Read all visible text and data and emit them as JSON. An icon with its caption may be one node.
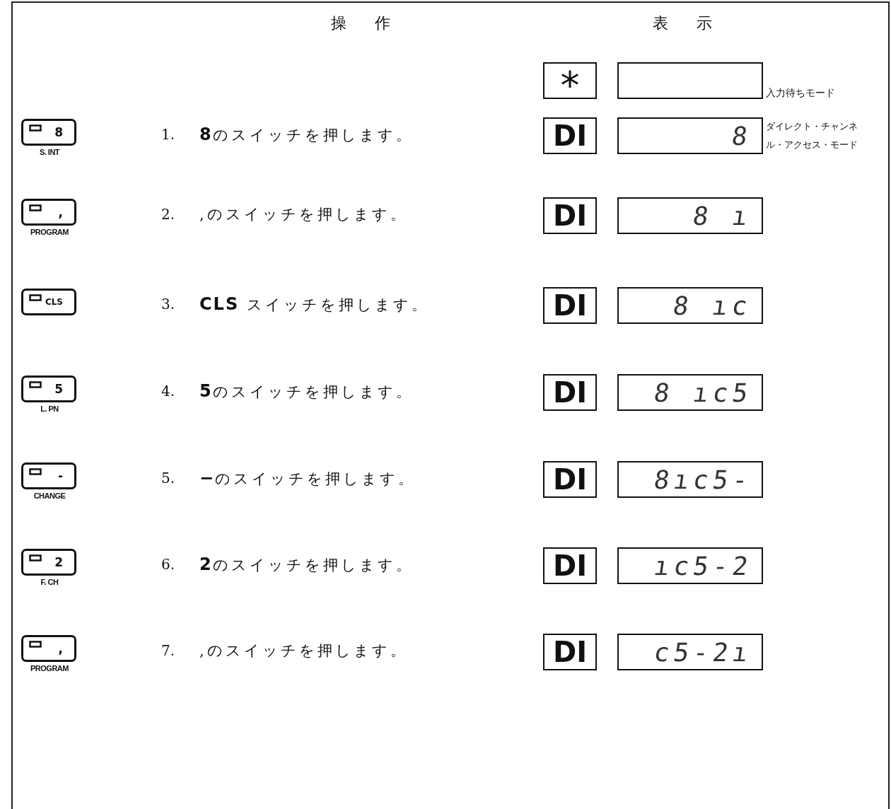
{
  "diagram": {
    "nodes": [
      {
        "text": [
          "*"
        ]
      },
      {
        "text": [],
        "shape": "box",
        "beside": [
          "入力待ちモード"
        ]
      },
      {
        "text": [
          "8"
        ],
        "beside": [
          "S. INT"
        ]
      },
      {
        "text": [
          "DI"
        ]
      },
      {
        "text": [
          "8"
        ],
        "beside": [
          "ダイレクト・チャンネル・アクセス・モード"
        ]
      },
      {
        "text": [
          ","
        ],
        "beside": [
          "PROGRAM"
        ]
      },
      {
        "text": [
          "DI"
        ]
      },
      {
        "text": [
          "8 ı"
        ]
      },
      {
        "text": [
          "CLS"
        ]
      },
      {
        "text": [
          "DI"
        ]
      },
      {
        "text": [
          "8 ıc"
        ]
      },
      {
        "text": [
          "5"
        ],
        "beside": [
          "L. PN"
        ]
      },
      {
        "text": [
          "DI"
        ]
      },
      {
        "text": [
          "8 ıc5"
        ]
      },
      {
        "text": [
          "-"
        ],
        "beside": [
          "CHANGE"
        ]
      },
      {
        "text": [
          "DI"
        ]
      },
      {
        "text": [
          "8ıc5-"
        ]
      },
      {
        "text": [
          "2"
        ],
        "beside": [
          "F. CH"
        ]
      },
      {
        "text": [
          "DI"
        ]
      },
      {
        "text": [
          "ıc5-2"
        ]
      },
      {
        "text": [
          ","
        ],
        "beside": [
          "PROGRAM"
        ]
      },
      {
        "text": [
          "DI"
        ]
      },
      {
        "text": [
          "c5-2ı"
        ]
      }
    ],
    "labels": [
      "操作",
      "表示",
      "1.",
      "**8**のスイッチを押します。",
      "2.",
      ",のスイッチを押します。",
      "3.",
      "**CLS** スイッチを押します。",
      "4.",
      "**5**のスイッチを押します。",
      "5.",
      "**−**のスイッチを押します。",
      "6.",
      "**2**のスイッチを押します。",
      "7.",
      ",のスイッチを押します。"
    ]
  }
}
